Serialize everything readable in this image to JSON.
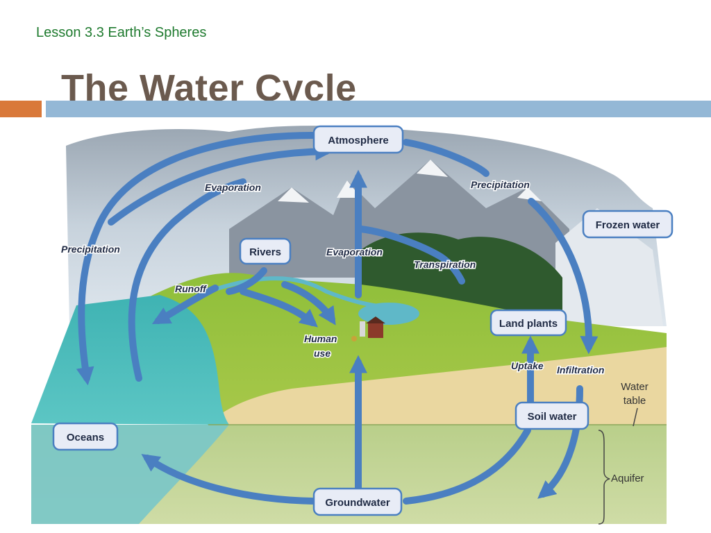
{
  "header": {
    "lesson": "Lesson 3.3 Earth’s Spheres",
    "title": "The Water Cycle"
  },
  "boxes": {
    "atmosphere": "Atmosphere",
    "frozen_water": "Frozen water",
    "rivers": "Rivers",
    "land_plants": "Land plants",
    "soil_water": "Soil water",
    "oceans": "Oceans",
    "groundwater": "Groundwater"
  },
  "process_labels": {
    "evaporation_upper": "Evaporation",
    "precipitation_right": "Precipitation",
    "precipitation_left": "Precipitation",
    "evaporation_center": "Evaporation",
    "transpiration": "Transpiration",
    "runoff": "Runoff",
    "human_use_1": "Human",
    "human_use_2": "use",
    "uptake": "Uptake",
    "infiltration": "Infiltration"
  },
  "side_labels": {
    "water_table_1": "Water",
    "water_table_2": "table",
    "aquifer": "Aquifer"
  },
  "colors": {
    "arrow": "#4a7fc1",
    "box_fill": "#e8ecf6",
    "box_stroke": "#4a7fc1",
    "title": "#6b5a4e",
    "lesson": "#1e7a2e",
    "accent_bar": "#d9793a",
    "header_bar": "#94b8d6"
  }
}
